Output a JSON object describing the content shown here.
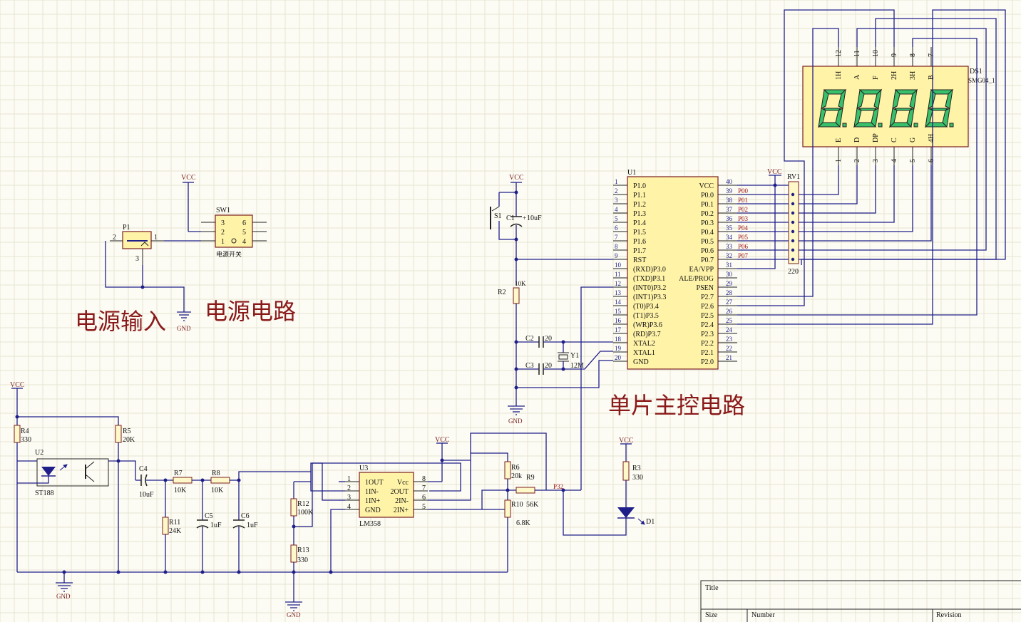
{
  "section_labels": {
    "power_input": "电源输入",
    "power_circuit": "电源电路",
    "mcu_circuit": "单片主控电路"
  },
  "power_net": "VCC",
  "ground_net": "GND",
  "power_input": {
    "p1": {
      "ref": "P1",
      "pin_left": "2",
      "pin_right": "1",
      "pin_bottom": "3"
    },
    "sw1": {
      "ref": "SW1",
      "name": "电源开关",
      "pins_left": [
        "3",
        "2",
        "1"
      ],
      "pins_right": [
        "6",
        "5",
        "4"
      ]
    }
  },
  "mcu": {
    "ref": "U1",
    "left_pins": [
      {
        "num": "1",
        "name": "P1.0"
      },
      {
        "num": "2",
        "name": "P1.1"
      },
      {
        "num": "3",
        "name": "P1.2"
      },
      {
        "num": "4",
        "name": "P1.3"
      },
      {
        "num": "5",
        "name": "P1.4"
      },
      {
        "num": "6",
        "name": "P1.5"
      },
      {
        "num": "7",
        "name": "P1.6"
      },
      {
        "num": "8",
        "name": "P1.7"
      },
      {
        "num": "9",
        "name": "RST"
      },
      {
        "num": "10",
        "name": "(RXD)P3.0"
      },
      {
        "num": "11",
        "name": "(TXD)P3.1"
      },
      {
        "num": "12",
        "name": "(INT0)P3.2"
      },
      {
        "num": "13",
        "name": "(INT1)P3.3"
      },
      {
        "num": "14",
        "name": "(T0)P3.4"
      },
      {
        "num": "15",
        "name": "(T1)P3.5"
      },
      {
        "num": "16",
        "name": "(WR)P3.6"
      },
      {
        "num": "17",
        "name": "(RD)P3.7"
      },
      {
        "num": "18",
        "name": "XTAL2"
      },
      {
        "num": "19",
        "name": "XTAL1"
      },
      {
        "num": "20",
        "name": "GND"
      }
    ],
    "right_pins": [
      {
        "num": "40",
        "name": "VCC"
      },
      {
        "num": "39",
        "name": "P0.0"
      },
      {
        "num": "38",
        "name": "P0.1"
      },
      {
        "num": "37",
        "name": "P0.2"
      },
      {
        "num": "36",
        "name": "P0.3"
      },
      {
        "num": "35",
        "name": "P0.4"
      },
      {
        "num": "34",
        "name": "P0.5"
      },
      {
        "num": "33",
        "name": "P0.6"
      },
      {
        "num": "32",
        "name": "P0.7"
      },
      {
        "num": "31",
        "name": "EA/VPP"
      },
      {
        "num": "30",
        "name": "ALE/PROG"
      },
      {
        "num": "29",
        "name": "PSEN"
      },
      {
        "num": "28",
        "name": "P2.7"
      },
      {
        "num": "27",
        "name": "P2.6"
      },
      {
        "num": "26",
        "name": "P2.5"
      },
      {
        "num": "25",
        "name": "P2.4"
      },
      {
        "num": "24",
        "name": "P2.3"
      },
      {
        "num": "23",
        "name": "P2.2"
      },
      {
        "num": "22",
        "name": "P2.1"
      },
      {
        "num": "21",
        "name": "P2.0"
      }
    ],
    "port0_nets": [
      "P00",
      "P01",
      "P02",
      "P03",
      "P04",
      "P05",
      "P06",
      "P07"
    ]
  },
  "resistor_network": {
    "ref": "RV1",
    "value": "220"
  },
  "display": {
    "ref": "DS1",
    "model": "SMG04_1",
    "top_pins": [
      {
        "num": "12",
        "name": "1H"
      },
      {
        "num": "11",
        "name": "A"
      },
      {
        "num": "10",
        "name": "F"
      },
      {
        "num": "9",
        "name": "2H"
      },
      {
        "num": "8",
        "name": "3H"
      },
      {
        "num": "7",
        "name": "B"
      }
    ],
    "bottom_pins": [
      {
        "num": "1",
        "name": "E"
      },
      {
        "num": "2",
        "name": "D"
      },
      {
        "num": "3",
        "name": "DP"
      },
      {
        "num": "4",
        "name": "C"
      },
      {
        "num": "5",
        "name": "G"
      },
      {
        "num": "6",
        "name": "4H"
      }
    ]
  },
  "mcu_support": {
    "s1": {
      "ref": "S1"
    },
    "c1": {
      "ref": "C1",
      "value": "10uF"
    },
    "r2": {
      "ref": "R2",
      "value": "10K"
    },
    "c2": {
      "ref": "C2",
      "value": "20"
    },
    "c3": {
      "ref": "C3",
      "value": "20"
    },
    "y1": {
      "ref": "Y1",
      "value": "12M"
    }
  },
  "sensor": {
    "r4": {
      "ref": "R4",
      "value": "330"
    },
    "r5": {
      "ref": "R5",
      "value": "20K"
    },
    "u2": {
      "ref": "U2",
      "name": "ST188"
    },
    "c4": {
      "ref": "C4",
      "value": "10uF"
    },
    "r7": {
      "ref": "R7",
      "value": "10K"
    },
    "r8": {
      "ref": "R8",
      "value": "10K"
    },
    "r11": {
      "ref": "R11",
      "value": "24K"
    },
    "c5": {
      "ref": "C5",
      "value": "1uF"
    },
    "c6": {
      "ref": "C6",
      "value": "1uF"
    },
    "r12": {
      "ref": "R12",
      "value": "100K"
    },
    "r13": {
      "ref": "R13",
      "value": "330"
    }
  },
  "opamp": {
    "ref": "U3",
    "name": "LM358",
    "left_pins": [
      {
        "num": "1",
        "name": "1OUT"
      },
      {
        "num": "2",
        "name": "1IN-"
      },
      {
        "num": "3",
        "name": "1IN+"
      },
      {
        "num": "4",
        "name": "GND"
      }
    ],
    "right_pins": [
      {
        "num": "8",
        "name": "Vcc"
      },
      {
        "num": "7",
        "name": "2OUT"
      },
      {
        "num": "6",
        "name": "2IN-"
      },
      {
        "num": "5",
        "name": "2IN+"
      }
    ]
  },
  "comparator_out": {
    "r6": {
      "ref": "R6",
      "value": "20k"
    },
    "r9": {
      "ref": "R9",
      "value": "56K"
    },
    "r10": {
      "ref": "R10",
      "value": "6.8K"
    },
    "net": "P32",
    "r3": {
      "ref": "R3",
      "value": "330"
    },
    "d1": {
      "ref": "D1"
    }
  },
  "title_block": {
    "title": "Title",
    "size": "Size",
    "number": "Number",
    "revision": "Revision"
  }
}
